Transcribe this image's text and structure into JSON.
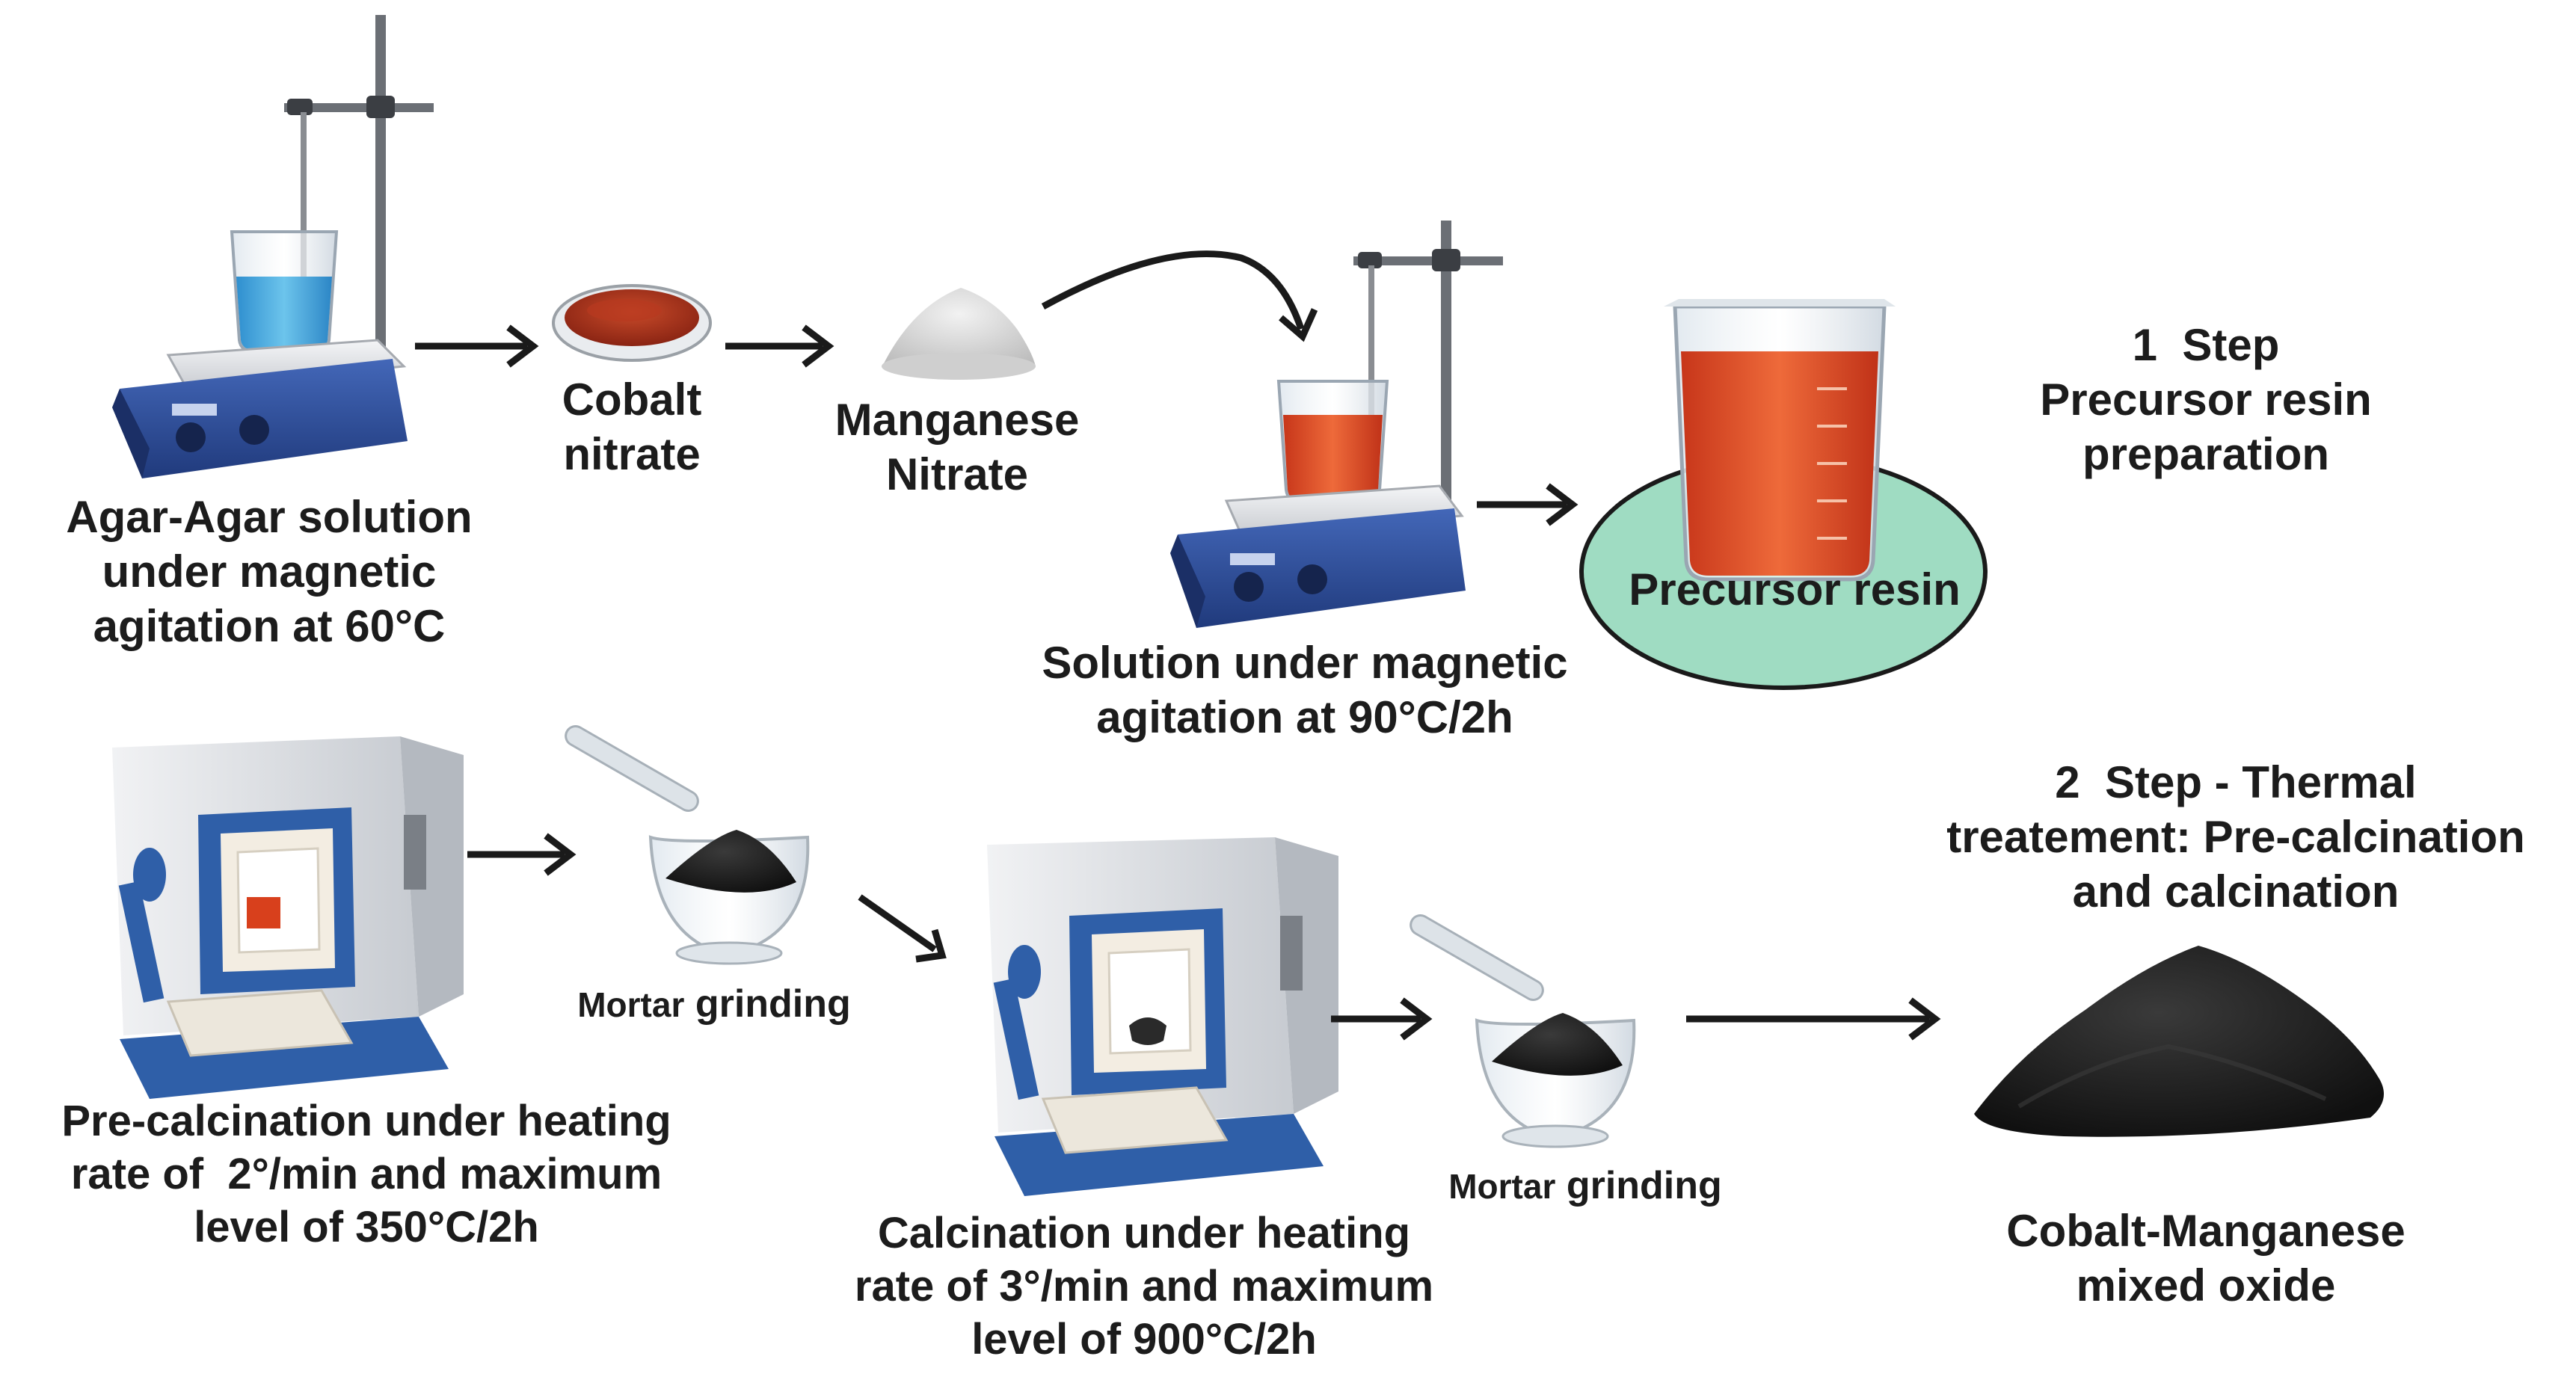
{
  "step1": {
    "agar_label": [
      "Agar-Agar solution",
      "under magnetic",
      "agitation at 60°C"
    ],
    "cobalt_label": [
      "Cobalt",
      "nitrate"
    ],
    "manganese_label": [
      "Manganese",
      "Nitrate"
    ],
    "solution_label": [
      "Solution under magnetic",
      "agitation at 90°C/2h"
    ],
    "resin_label": "Precursor resin",
    "heading": [
      "1  Step",
      "Precursor resin",
      "preparation"
    ]
  },
  "step2": {
    "heading": [
      "2  Step - Thermal",
      "treatement: Pre-calcination",
      "and calcination"
    ],
    "precalc_label": [
      "Pre-calcination under heating",
      "rate of  2°/min and maximum",
      "level of 350°C/2h"
    ],
    "mortar1_label": [
      "Mortar",
      "grinding"
    ],
    "calc_label": [
      "Calcination under heating",
      "rate of 3°/min and maximum",
      "level of 900°C/2h"
    ],
    "mortar2_label": [
      "Mortar",
      "grinding"
    ],
    "product_label": [
      "Cobalt-Manganese",
      "mixed oxide"
    ]
  },
  "colors": {
    "arrow": "#1a1a1a",
    "hotplate_base": "#2e4f9e",
    "blue_solution": "#3fa7dc",
    "red_solution": "#d8401c",
    "cobalt_powder": "#a8321c",
    "manganese_powder": "#d9d9d9",
    "resin_ellipse": "#9fdcc2",
    "furnace_body": "#e3e6ea",
    "furnace_frame": "#2f5fa8",
    "black_powder": "#1c1c1c"
  }
}
